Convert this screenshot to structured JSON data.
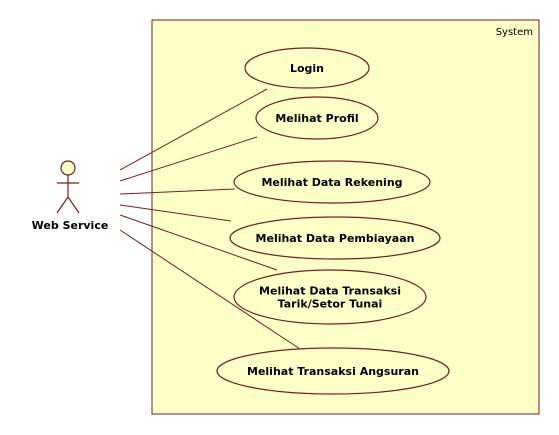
{
  "diagram": {
    "type": "use-case",
    "system_label": "System",
    "actor": {
      "name": "Web Service"
    },
    "use_cases": [
      {
        "id": "login",
        "lines": [
          "Login"
        ]
      },
      {
        "id": "melihat-profil",
        "lines": [
          "Melihat Profil"
        ]
      },
      {
        "id": "melihat-data-rekening",
        "lines": [
          "Melihat Data Rekening"
        ]
      },
      {
        "id": "melihat-data-pembiayaan",
        "lines": [
          "Melihat Data Pembiayaan"
        ]
      },
      {
        "id": "melihat-data-transaksi",
        "lines": [
          "Melihat Data Transaksi",
          "Tarik/Setor Tunai"
        ]
      },
      {
        "id": "melihat-transaksi-angsuran",
        "lines": [
          "Melihat Transaksi Angsuran"
        ]
      }
    ],
    "colors": {
      "fill": "#ffffc8",
      "stroke": "#7a1e1e",
      "text": "#000000"
    }
  }
}
